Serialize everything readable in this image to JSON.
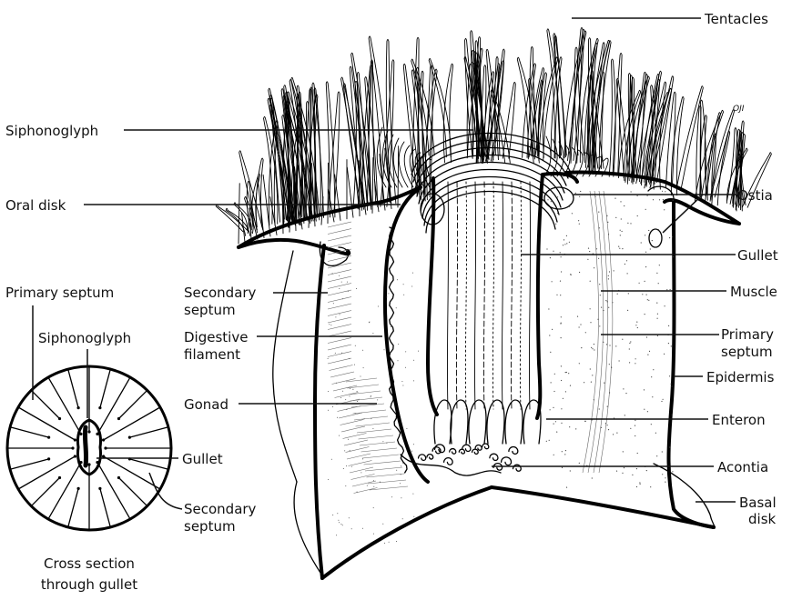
{
  "diagram": {
    "signature": "OJI",
    "labels": {
      "tentacles": "Tentacles",
      "siphonoglyph": "Siphonoglyph",
      "oral_disk": "Oral disk",
      "ostia": "Ostia",
      "gullet": "Gullet",
      "muscle": "Muscle",
      "primary_septum_right_line1": "Primary",
      "primary_septum_right_line2": "septum",
      "epidermis": "Epidermis",
      "enteron": "Enteron",
      "acontia": "Acontia",
      "basal_disk_line1": "Basal",
      "basal_disk_line2": "disk",
      "secondary_septum_line1": "Secondary",
      "secondary_septum_line2": "septum",
      "digestive_filament_line1": "Digestive",
      "digestive_filament_line2": "filament",
      "gonad": "Gonad"
    },
    "inset": {
      "primary_septum": "Primary septum",
      "siphonoglyph": "Siphonoglyph",
      "gullet": "Gullet",
      "secondary_septum_line1": "Secondary",
      "secondary_septum_line2": "septum",
      "caption_line1": "Cross section",
      "caption_line2": "through gullet"
    }
  }
}
